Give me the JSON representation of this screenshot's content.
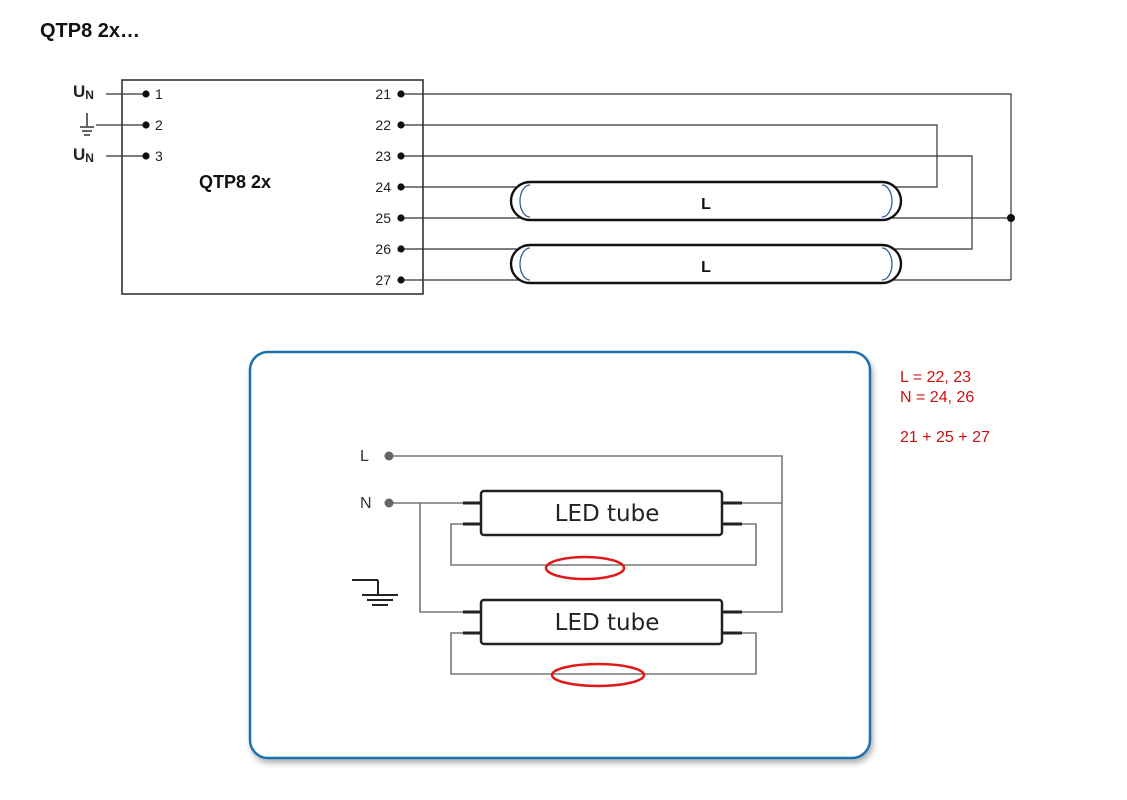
{
  "page_title": "QTP8 2x…",
  "colors": {
    "line": "#333333",
    "annotation": "#cc1111",
    "panel_border": "#1f6fad",
    "highlight": "#e01818"
  },
  "ballast": {
    "name": "QTP8 2x",
    "input_terminals": [
      {
        "label": "U",
        "subscript": "N",
        "number": "1"
      },
      {
        "label": "",
        "icon": "ground-icon",
        "number": "2"
      },
      {
        "label": "U",
        "subscript": "N",
        "number": "3"
      }
    ],
    "output_terminals": [
      "21",
      "22",
      "23",
      "24",
      "25",
      "26",
      "27"
    ],
    "lamps": [
      {
        "label": "L"
      },
      {
        "label": "L"
      }
    ]
  },
  "led_diagram": {
    "live_label": "L",
    "neutral_label": "N",
    "ground_icon": "ground-icon",
    "tubes": [
      {
        "label": "LED tube"
      },
      {
        "label": "LED tube"
      }
    ]
  },
  "notes": {
    "line1": "L = 22, 23",
    "line2": "N = 24, 26",
    "line3": "21 + 25 + 27"
  }
}
